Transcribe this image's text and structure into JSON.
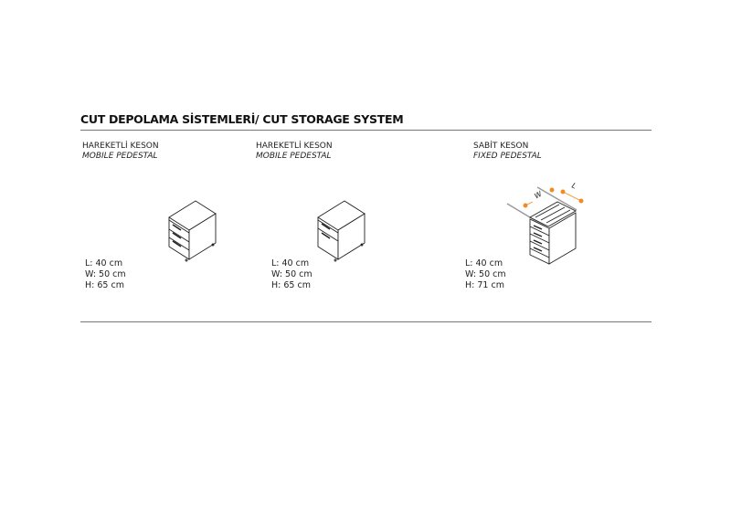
{
  "title": "CUT DEPOLAMA SİSTEMLERİ/ CUT STORAGE SYSTEM",
  "products": [
    {
      "name_tr": "HAREKETLİ  KESON",
      "name_en": "MOBILE PEDESTAL",
      "dims": [
        "L: 40 cm",
        "W: 50 cm",
        "H: 65 cm"
      ]
    },
    {
      "name_tr": "HAREKETLİ  KESON",
      "name_en": "MOBILE PEDESTAL",
      "dims": [
        "L: 40 cm",
        "W: 50 cm",
        "H: 65 cm"
      ]
    },
    {
      "name_tr": "SABİT  KESON",
      "name_en": "FIXED PEDESTAL",
      "dims": [
        "L: 40 cm",
        "W: 50 cm",
        "H: 71 cm"
      ]
    }
  ],
  "dimension_labels": {
    "w": "W",
    "l": "L"
  },
  "colors": {
    "accent": "#f08a24",
    "rule": "#777777"
  }
}
